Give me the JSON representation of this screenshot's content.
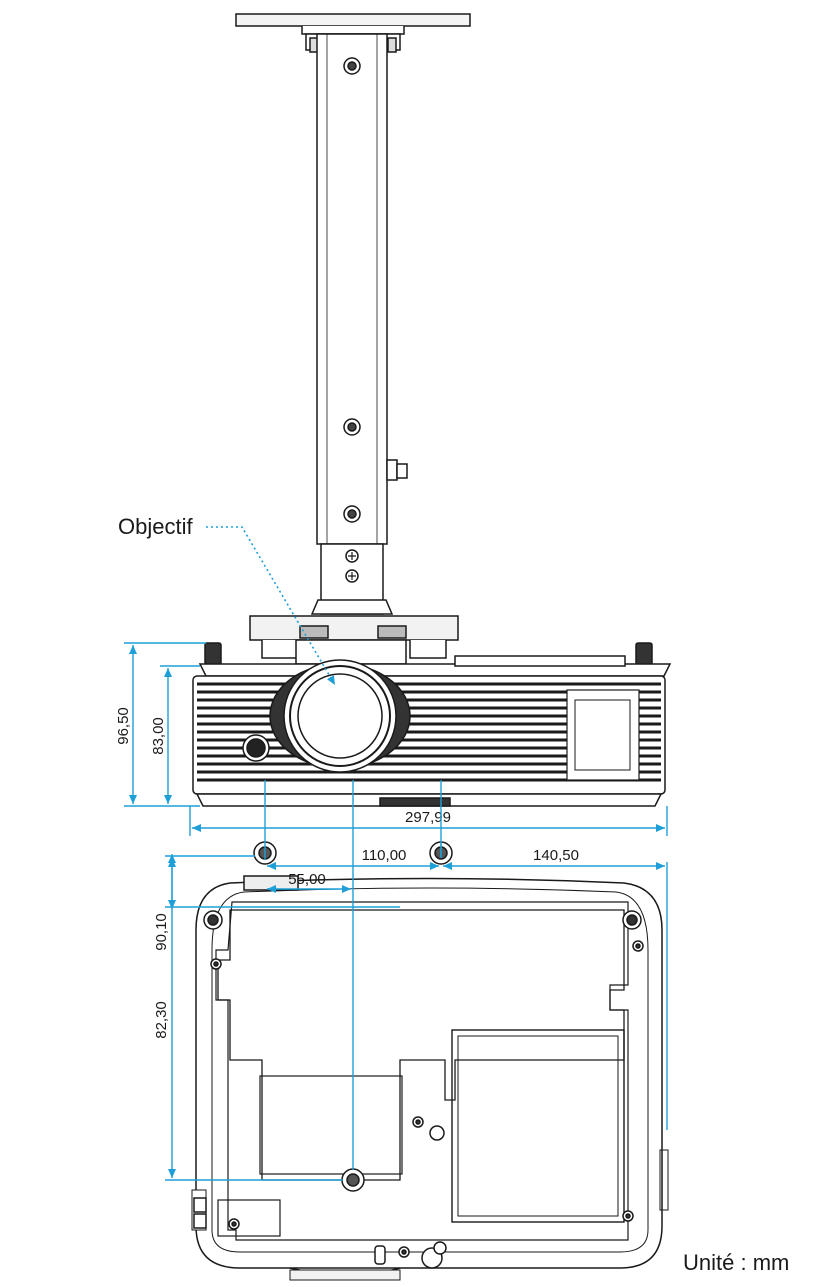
{
  "labels": {
    "lens": "Objectif",
    "unit": "Unité : mm"
  },
  "dimensions": {
    "height_total": "96,50",
    "height_body": "83,00",
    "width_total": "297,99",
    "hole_spacing_x": "110,00",
    "hole_to_edge_x": "140,50",
    "hole_offset_x": "55,00",
    "hole_top_y": "90,10",
    "hole_bottom_y": "82,30"
  },
  "colors": {
    "dimension_line": "#1e9fd8",
    "drawing_line": "#1a1a1a"
  }
}
